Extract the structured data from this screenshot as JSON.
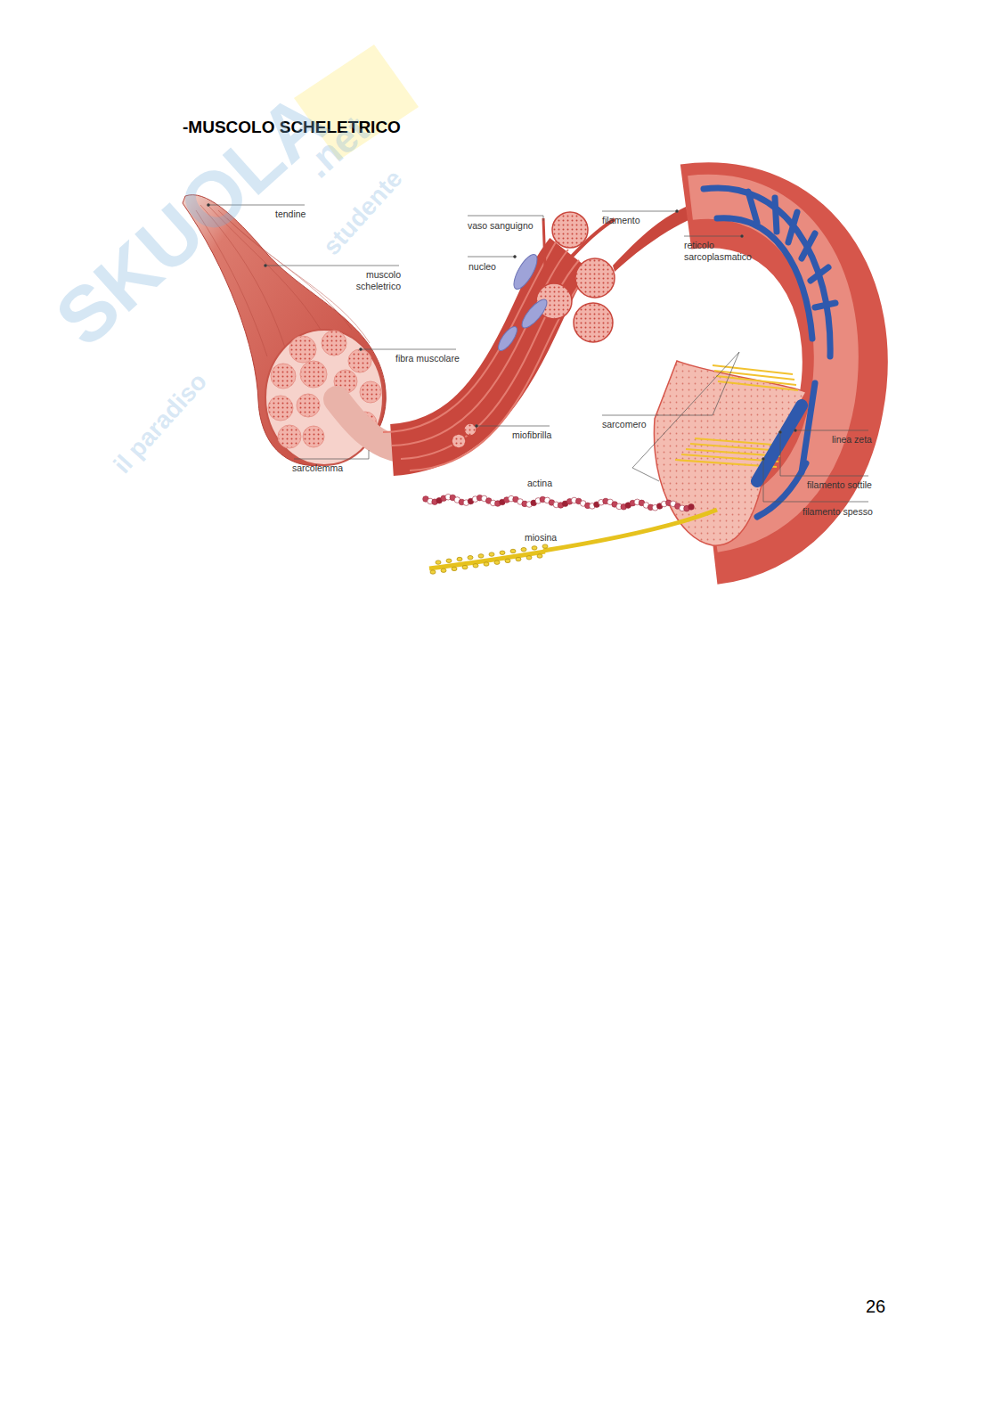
{
  "diagram": {
    "title": "-MUSCOLO SCHELETRICO",
    "labels": [
      "SKUOLA",
      ".net",
      "il paradiso",
      "studente",
      "tendine",
      "muscolo scheletrico",
      "fibra muscolare",
      "sarcolemma",
      "vaso sanguigno",
      "nucleo",
      "miofibrilla",
      "filamento",
      "reticolo sarcoplasmatico",
      "sarcomero",
      "linea zeta",
      "filamento sottile",
      "filamento spesso",
      "actina",
      "miosina",
      "26"
    ]
  }
}
